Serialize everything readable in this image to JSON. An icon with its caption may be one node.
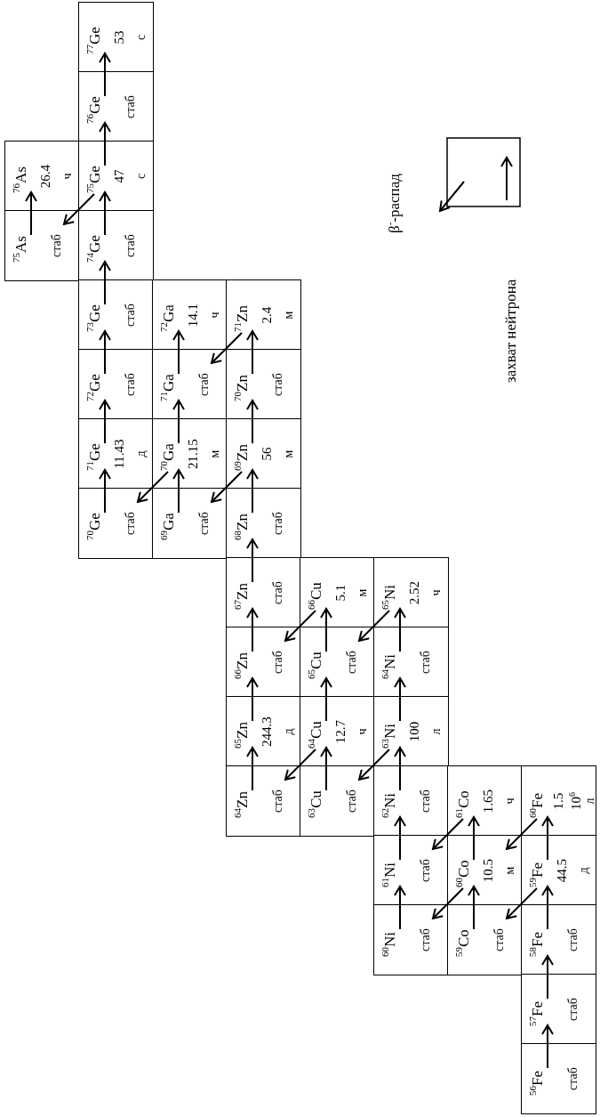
{
  "diagram": {
    "nodes": [
      {
        "text": [
          "$^{77}$Ge",
          "53",
          "с"
        ]
      },
      {
        "text": [
          "$^{76}$Ge",
          "стаб"
        ]
      },
      {
        "text": [
          "$^{76}$As",
          "26.4",
          "ч"
        ]
      },
      {
        "text": [
          "$^{75}$Ge",
          "47",
          "с"
        ]
      },
      {
        "text": [
          "$^{75}$As",
          "стаб"
        ]
      },
      {
        "text": [
          "$^{74}$Ge",
          "стаб"
        ]
      },
      {
        "text": [
          "$^{73}$Ge",
          "стаб"
        ]
      },
      {
        "text": [
          "$^{72}$Ga",
          "14.1",
          "ч"
        ]
      },
      {
        "text": [
          "$^{71}$Zn",
          "2.4",
          "м"
        ]
      },
      {
        "text": [
          "$^{72}$Ge",
          "стаб"
        ]
      },
      {
        "text": [
          "$^{71}$Ga",
          "стаб"
        ]
      },
      {
        "text": [
          "$^{70}$Zn",
          "стаб"
        ]
      },
      {
        "text": [
          "$^{71}$Ge",
          "11.43",
          "д"
        ]
      },
      {
        "text": [
          "$^{70}$Ga",
          "21.15",
          "м"
        ]
      },
      {
        "text": [
          "$^{69}$Zn",
          "56",
          "м"
        ]
      },
      {
        "text": [
          "$^{70}$Ge",
          "стаб"
        ]
      },
      {
        "text": [
          "$^{69}$Ga",
          "стаб"
        ]
      },
      {
        "text": [
          "$^{68}$Zn",
          "стаб"
        ]
      },
      {
        "text": [
          "$^{67}$Zn",
          "стаб"
        ]
      },
      {
        "text": [
          "$^{66}$Cu",
          "5.1",
          "м"
        ]
      },
      {
        "text": [
          "$^{65}$Ni",
          "2.52",
          "ч"
        ]
      },
      {
        "text": [
          "$^{66}$Zn",
          "стаб"
        ]
      },
      {
        "text": [
          "$^{65}$Cu",
          "стаб"
        ]
      },
      {
        "text": [
          "$^{64}$Ni",
          "стаб"
        ]
      },
      {
        "text": [
          "$^{65}$Zn",
          "244.3",
          "д"
        ]
      },
      {
        "text": [
          "$^{64}$Cu",
          "12.7",
          "ч"
        ]
      },
      {
        "text": [
          "$^{63}$Ni",
          "100",
          "л"
        ]
      },
      {
        "text": [
          "$^{64}$Zn",
          "стаб"
        ]
      },
      {
        "text": [
          "$^{63}$Cu",
          "стаб"
        ]
      },
      {
        "text": [
          "$^{62}$Ni",
          "стаб"
        ]
      },
      {
        "text": [
          "$^{61}$Co",
          "1.65",
          "ч"
        ]
      },
      {
        "text": [
          "$^{60}$Fe",
          "1.5",
          "10$^{6}$",
          "л"
        ]
      },
      {
        "text": [
          "$^{61}$Ni",
          "стаб"
        ]
      },
      {
        "text": [
          "$^{60}$Co",
          "10.5",
          "м"
        ]
      },
      {
        "text": [
          "$^{59}$Fe",
          "44.5",
          "д"
        ]
      },
      {
        "text": [
          "$^{60}$Ni",
          "стаб"
        ]
      },
      {
        "text": [
          "$^{59}$Co",
          "стаб"
        ]
      },
      {
        "text": [
          "$^{58}$Fe",
          "стаб"
        ]
      },
      {
        "text": [
          "$^{57}$Fe",
          "стаб"
        ]
      },
      {
        "text": [
          "$^{56}$Fe",
          "стаб"
        ]
      }
    ],
    "edges": [
      {
        "from": 39,
        "to": 38,
        "arrow": "to"
      },
      {
        "from": 38,
        "to": 37,
        "arrow": "to"
      },
      {
        "from": 37,
        "to": 34,
        "arrow": "to"
      },
      {
        "from": 34,
        "to": 31,
        "arrow": "to"
      },
      {
        "from": 36,
        "to": 33,
        "arrow": "to"
      },
      {
        "from": 33,
        "to": 30,
        "arrow": "to"
      },
      {
        "from": 35,
        "to": 32,
        "arrow": "to"
      },
      {
        "from": 32,
        "to": 29,
        "arrow": "to"
      },
      {
        "from": 29,
        "to": 26,
        "arrow": "to"
      },
      {
        "from": 26,
        "to": 23,
        "arrow": "to"
      },
      {
        "from": 23,
        "to": 20,
        "arrow": "to"
      },
      {
        "from": 28,
        "to": 25,
        "arrow": "to"
      },
      {
        "from": 25,
        "to": 22,
        "arrow": "to"
      },
      {
        "from": 22,
        "to": 19,
        "arrow": "to"
      },
      {
        "from": 27,
        "to": 24,
        "arrow": "to"
      },
      {
        "from": 24,
        "to": 21,
        "arrow": "to"
      },
      {
        "from": 21,
        "to": 18,
        "arrow": "to"
      },
      {
        "from": 18,
        "to": 17,
        "arrow": "to"
      },
      {
        "from": 17,
        "to": 14,
        "arrow": "to"
      },
      {
        "from": 14,
        "to": 11,
        "arrow": "to"
      },
      {
        "from": 11,
        "to": 8,
        "arrow": "to"
      },
      {
        "from": 16,
        "to": 13,
        "arrow": "to"
      },
      {
        "from": 13,
        "to": 10,
        "arrow": "to"
      },
      {
        "from": 10,
        "to": 7,
        "arrow": "to"
      },
      {
        "from": 15,
        "to": 12,
        "arrow": "to"
      },
      {
        "from": 12,
        "to": 9,
        "arrow": "to"
      },
      {
        "from": 9,
        "to": 6,
        "arrow": "to"
      },
      {
        "from": 6,
        "to": 5,
        "arrow": "to"
      },
      {
        "from": 5,
        "to": 3,
        "arrow": "to"
      },
      {
        "from": 3,
        "to": 1,
        "arrow": "to"
      },
      {
        "from": 1,
        "to": 0,
        "arrow": "to"
      },
      {
        "from": 4,
        "to": 2,
        "arrow": "to"
      },
      {
        "from": 34,
        "to": 36,
        "arrow": "to"
      },
      {
        "from": 31,
        "to": 33,
        "arrow": "to"
      },
      {
        "from": 33,
        "to": 35,
        "arrow": "to"
      },
      {
        "from": 30,
        "to": 32,
        "arrow": "to"
      },
      {
        "from": 26,
        "to": 28,
        "arrow": "to"
      },
      {
        "from": 20,
        "to": 22,
        "arrow": "to"
      },
      {
        "from": 25,
        "to": 27,
        "arrow": "to"
      },
      {
        "from": 19,
        "to": 21,
        "arrow": "to"
      },
      {
        "from": 14,
        "to": 16,
        "arrow": "to"
      },
      {
        "from": 8,
        "to": 10,
        "arrow": "to"
      },
      {
        "from": 13,
        "to": 15,
        "arrow": "to"
      },
      {
        "from": 3,
        "to": 4,
        "arrow": "to"
      }
    ],
    "legend": [
      {
        "text": "β$^{-}$-распад"
      },
      {
        "text": "захват нейтрона"
      }
    ]
  }
}
